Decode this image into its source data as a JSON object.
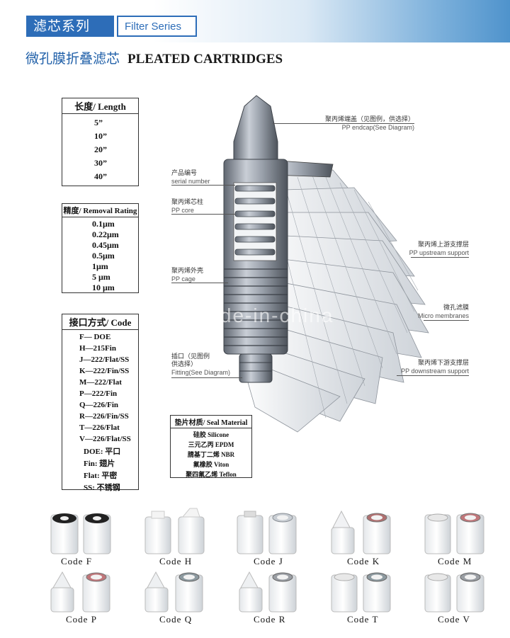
{
  "header": {
    "cn": "滤芯系列",
    "en": "Filter Series"
  },
  "title": {
    "cn": "微孔膜折叠滤芯",
    "en": "PLEATED CARTRIDGES"
  },
  "length": {
    "head": "长度/  Length",
    "items": [
      "5”",
      "10”",
      "20”",
      "30”",
      "40”"
    ]
  },
  "rating": {
    "head": "精度/ Removal Rating",
    "items": [
      "0.1μm",
      "0.22μm",
      "0.45μm",
      "0.5μm",
      "1μm",
      "5  μm",
      "10 μm"
    ]
  },
  "code": {
    "head": "接口方式/ Code",
    "items": [
      "F— DOE",
      "H—215Fin",
      "J—222/Flat/SS",
      "K—222/Fin/SS",
      "M—222/Flat",
      "P—222/Fin",
      "Q—226/Fin",
      "R—226/Fin/SS",
      "T—226/Flat",
      "V—226/Flat/SS"
    ],
    "abbr": [
      "DOE:  平口",
      "Fin:   翅片",
      "Flat:  平密",
      "SS:  不锈钢"
    ]
  },
  "seal": {
    "head": "垫片材质/ Seal Material",
    "items": [
      "硅胶 Silicone",
      "三元乙丙 EPDM",
      "腈基丁二烯  NBR",
      "氟橡胶  Viton",
      "聚四氟乙烯 Teflon"
    ]
  },
  "labels": {
    "endcap_cn": "聚丙烯端盖（见图例，供选择）",
    "endcap_en": "PP endcap(See Diagram)",
    "serial_cn": "产品编号",
    "serial_en": "serial number",
    "core_cn": "聚丙烯芯柱",
    "core_en": "PP core",
    "upstream_cn": "聚丙烯上游支撑层",
    "upstream_en": "PP upstream support",
    "cage_cn": "聚丙烯外壳",
    "cage_en": "PP cage",
    "membrane_cn": "微孔滤膜",
    "membrane_en": "Micro membranes",
    "fitting_cn1": "插口（见图例",
    "fitting_cn2": "供选择）",
    "fitting_en": "Fitting(See Diagram)",
    "downstream_cn": "聚丙烯下游支撑层",
    "downstream_en": "PP downstream support"
  },
  "watermark": "made-in-china",
  "codes": [
    "Code  F",
    "Code H",
    "Code  J",
    "Code  K",
    "Code  M",
    "Code  P",
    "Code  Q",
    "Code  R",
    "Code  T",
    "Code  V"
  ],
  "colors": {
    "accent": "#2d6db8",
    "steel": "#8a909a"
  }
}
